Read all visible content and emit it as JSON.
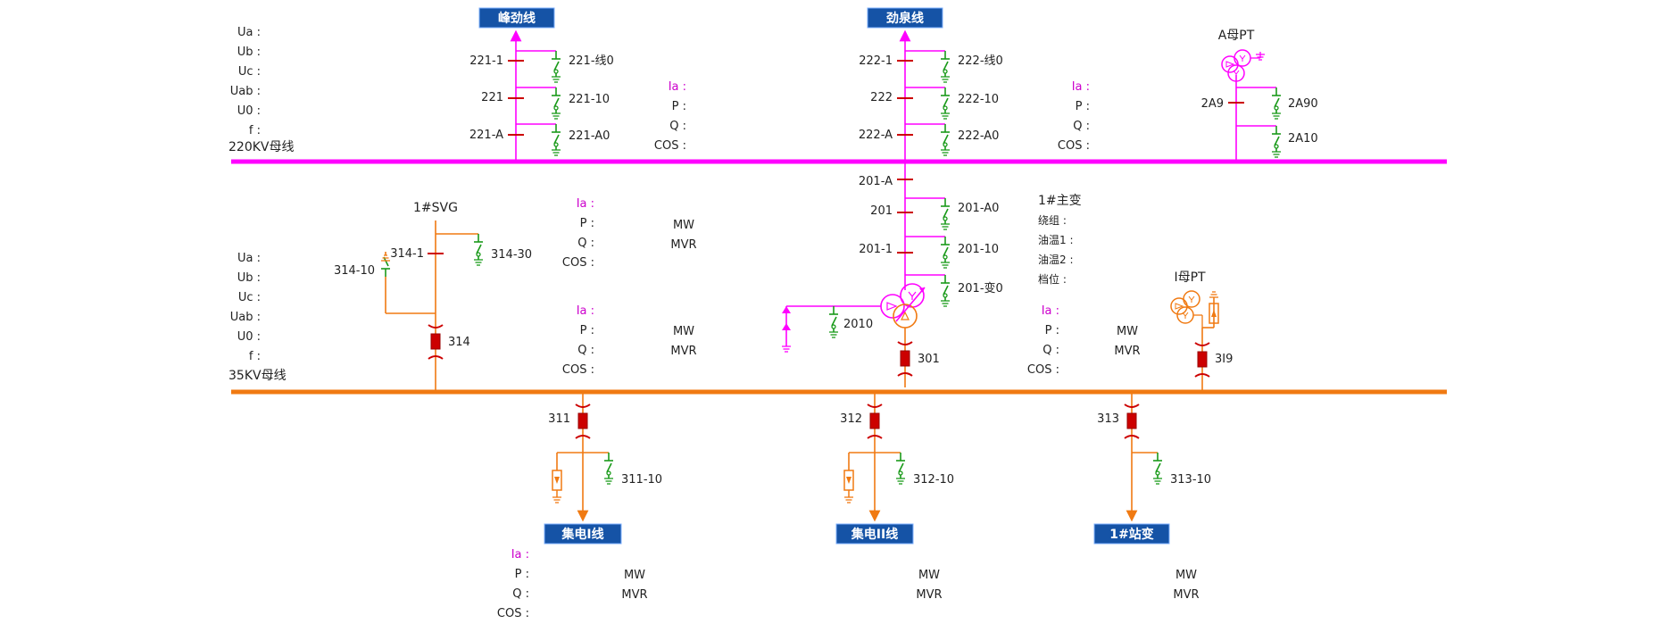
{
  "colors": {
    "bus_220": "#ff00ff",
    "bus_35": "#f07a12",
    "switch": "#1a9a1a",
    "breaker": "#cc0000",
    "tag_bg": "#1553a6",
    "tag_text": "#ffffff"
  },
  "bus220": {
    "name": "220KV母线",
    "meas": [
      "Ua :",
      "Ub :",
      "Uc :",
      "Uab :",
      "U0 :",
      "f :"
    ]
  },
  "bus35": {
    "name": "35KV母线",
    "meas": [
      "Ua :",
      "Ub :",
      "Uc :",
      "Uab :",
      "U0 :",
      "f :"
    ]
  },
  "lines": {
    "fengjin": "峰劲线",
    "jinquan": "劲泉线",
    "jidian1": "集电I线",
    "jidian2": "集电II线",
    "zhanbian": "1#站变"
  },
  "fengjin_bay": {
    "d1": "221-1",
    "d0": "221-线0",
    "cb": "221",
    "g10": "221-10",
    "da": "221-A",
    "ga0": "221-A0"
  },
  "jinquan_bay": {
    "d1": "222-1",
    "d0": "222-线0",
    "cb": "222",
    "g10": "222-10",
    "da": "222-A",
    "ga0": "222-A0"
  },
  "apt_bay": {
    "title": "A母PT",
    "d": "2A9",
    "g90": "2A90",
    "g10": "2A10"
  },
  "main_trans": {
    "da": "201-A",
    "cb": "201",
    "ga0": "201-A0",
    "d1": "201-1",
    "g10": "201-10",
    "g0": "201-变0",
    "neutral": "2010",
    "lv_cb": "301",
    "title": "1#主变",
    "rows": [
      "绕组 :",
      "油温1 :",
      "油温2 :",
      "档位 :"
    ]
  },
  "svg_bay": {
    "title": "1#SVG",
    "d1": "314-1",
    "g30": "314-30",
    "g10": "314-10",
    "cb": "314"
  },
  "ipt_bay": {
    "title": "I母PT",
    "cb": "3I9"
  },
  "feeders": {
    "f311": {
      "cb": "311",
      "g": "311-10"
    },
    "f312": {
      "cb": "312",
      "g": "312-10"
    },
    "f313": {
      "cb": "313",
      "g": "313-10"
    }
  },
  "meas_blocks": {
    "fengjin": {
      "ia": "Ia :",
      "p": "P :",
      "q": "Q :",
      "cos": "COS :"
    },
    "jinquan": {
      "ia": "Ia :",
      "p": "P :",
      "q": "Q :",
      "cos": "COS :"
    },
    "svg": {
      "ia": "Ia :",
      "p": "P :",
      "q": "Q :",
      "cos": "COS :",
      "mw": "MW",
      "mvr": "MVR"
    },
    "bus35in": {
      "ia": "Ia :",
      "p": "P :",
      "q": "Q :",
      "cos": "COS :",
      "mw": "MW",
      "mvr": "MVR"
    },
    "trans_lv": {
      "ia": "Ia :",
      "p": "P :",
      "q": "Q :",
      "cos": "COS :",
      "mw": "MW",
      "mvr": "MVR"
    },
    "feeder1": {
      "ia": "Ia :",
      "p": "P :",
      "q": "Q :",
      "cos": "COS :",
      "mw": "MW",
      "mvr": "MVR"
    },
    "feeder2": {
      "mw": "MW",
      "mvr": "MVR"
    },
    "feeder3": {
      "mw": "MW",
      "mvr": "MVR"
    }
  }
}
